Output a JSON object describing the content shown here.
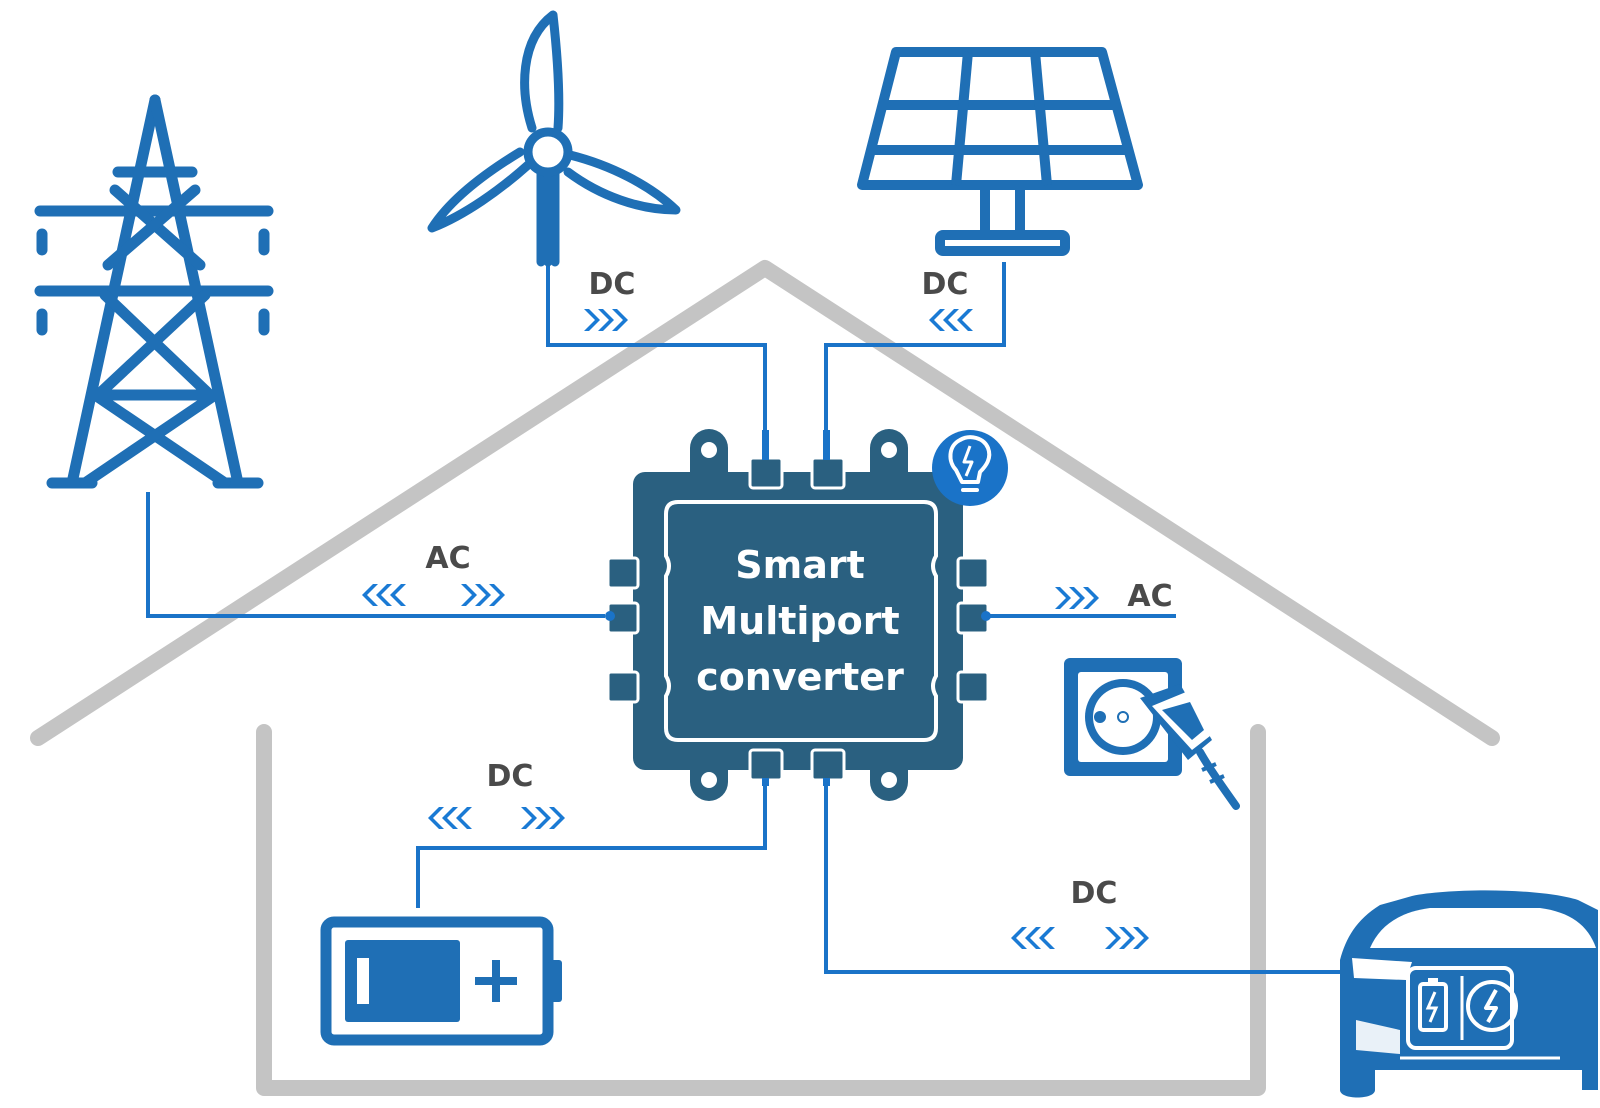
{
  "colors": {
    "primary": "#1f6fb5",
    "wire": "#1a73c8",
    "arrow": "#1a7ad4",
    "chip": "#2a6080",
    "chip_dark": "#1f4d68",
    "house": "#c4c4c4",
    "label": "#4a4a4a"
  },
  "converter": {
    "line1": "Smart",
    "line2": "Multiport",
    "line3": "converter",
    "badge_icon": "lightbulb-bolt-icon"
  },
  "connections": {
    "grid": {
      "label": "AC",
      "flow": "bidirectional",
      "icon": "power-tower-icon"
    },
    "wind": {
      "label": "DC",
      "flow": "to-converter",
      "icon": "wind-turbine-icon"
    },
    "solar": {
      "label": "DC",
      "flow": "to-converter",
      "icon": "solar-panel-icon"
    },
    "load": {
      "label": "AC",
      "flow": "from-converter",
      "icon": "power-outlet-plug-icon"
    },
    "battery": {
      "label": "DC",
      "flow": "bidirectional",
      "icon": "battery-plus-icon"
    },
    "ev": {
      "label": "DC",
      "flow": "bidirectional",
      "icon": "electric-car-icon"
    }
  }
}
